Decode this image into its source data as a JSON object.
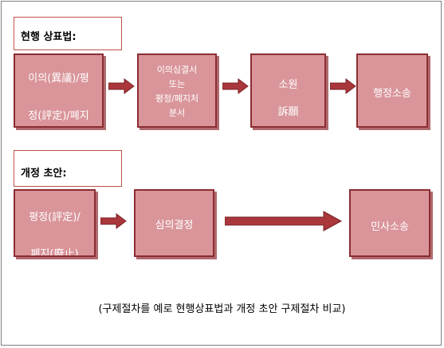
{
  "current_law": {
    "title": "현행 상표법:",
    "steps": [
      {
        "lines": [
          "이의(異議)/평",
          "정(評定)/폐지"
        ]
      },
      {
        "lines": [
          "이의심결서",
          "또는",
          "평정/폐지처",
          "분서"
        ]
      },
      {
        "lines": [
          "소원",
          "訴願"
        ]
      },
      {
        "lines": [
          "행정소송"
        ]
      }
    ]
  },
  "draft": {
    "title": "개정 초안:",
    "steps": [
      {
        "lines": [
          "평정(評定)/",
          "폐지(廢止)"
        ]
      },
      {
        "lines": [
          "심의결정"
        ]
      },
      {
        "lines": [
          "민사소송"
        ]
      }
    ]
  },
  "caption": "(구제절차를 예로 현행상표법과 개정 초안 구제절차 비교)",
  "colors": {
    "fill": "#d9959a",
    "border": "#8b2d32",
    "arrow": "#a9373b"
  }
}
